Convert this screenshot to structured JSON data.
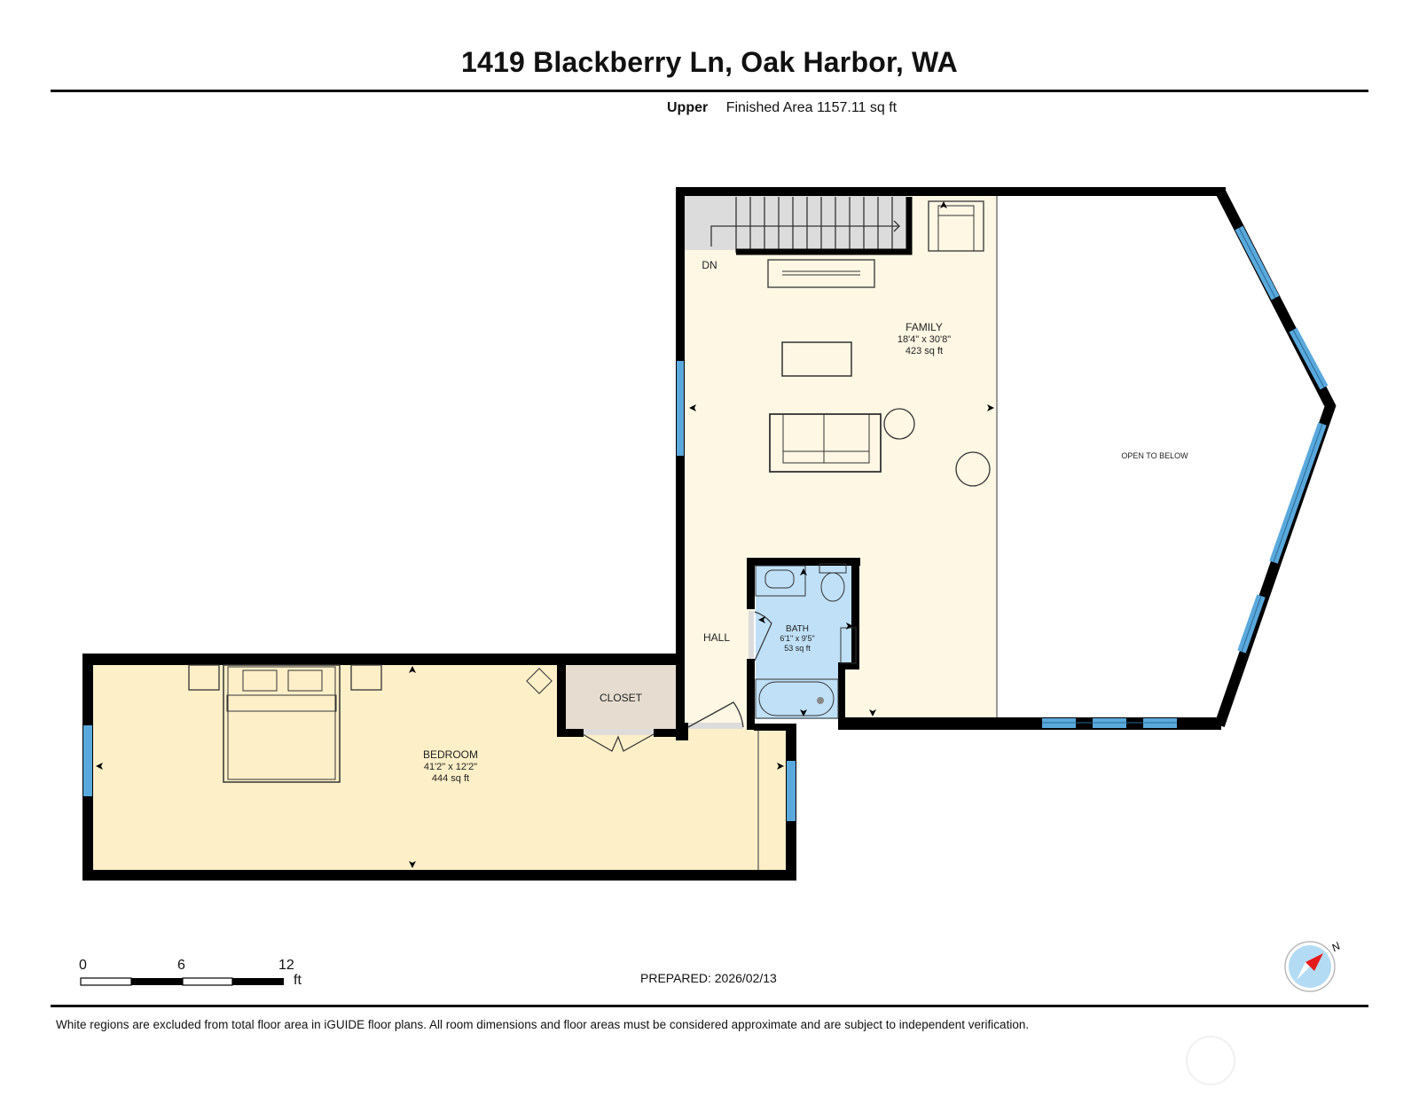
{
  "header": {
    "title": "1419 Blackberry Ln, Oak Harbor, WA",
    "level": "Upper",
    "finished_area": "Finished Area 1157.11 sq ft"
  },
  "rooms": {
    "family": {
      "name": "FAMILY",
      "dims": "18'4\" x 30'8\"",
      "area": "423 sq ft",
      "color": "#fdf7e4"
    },
    "bath": {
      "name": "BATH",
      "dims": "6'1\" x 9'5\"",
      "area": "53 sq ft",
      "color": "#bfe0f7"
    },
    "bedroom": {
      "name": "BEDROOM",
      "dims": "41'2\" x 12'2\"",
      "area": "444 sq ft",
      "color": "#fdefc8"
    },
    "closet": {
      "name": "CLOSET",
      "color": "#e6ddd0"
    },
    "hall": {
      "name": "HALL"
    },
    "open_to_below": {
      "name": "OPEN TO BELOW"
    },
    "stairs": {
      "label": "DN",
      "color": "#dcdcdc"
    }
  },
  "colors": {
    "wall": "#000000",
    "window": "#5aa9dc",
    "compass_bg": "#b3dcf4",
    "compass_needle": "#e31b1b"
  },
  "scale_bar": {
    "ticks": [
      "0",
      "6",
      "12"
    ],
    "unit": "ft"
  },
  "compass": {
    "label": "N"
  },
  "footer": {
    "prepared": "PREPARED: 2026/02/13",
    "disclaimer": "White regions are excluded from total floor area in iGUIDE floor plans. All room dimensions and floor areas must be considered approximate and are subject to independent verification."
  }
}
